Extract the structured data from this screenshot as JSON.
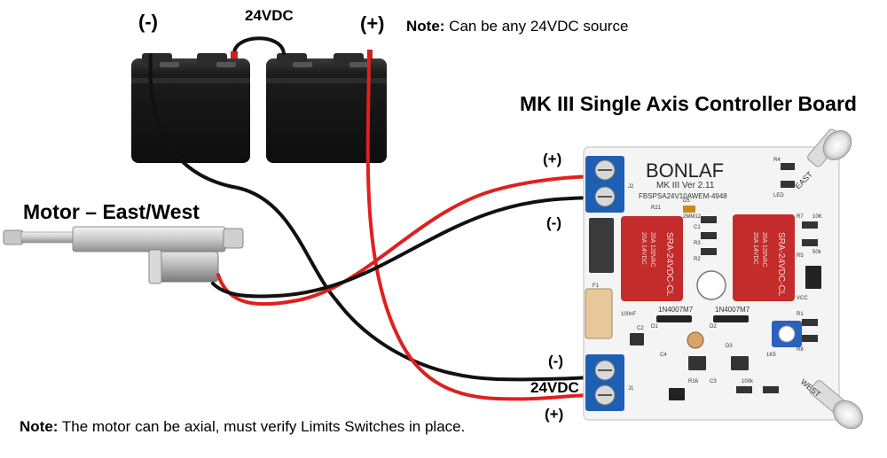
{
  "labels": {
    "battery_negative": "(-)",
    "battery_positive": "(+)",
    "battery_voltage": "24VDC",
    "board_title": "MK III Single Axis Controller Board",
    "motor": "Motor – East/West",
    "power_top_positive": "(+)",
    "power_top_negative": "(-)",
    "power_bottom_negative": "(-)",
    "power_bottom_voltage": "24VDC",
    "power_bottom_positive": "(+)"
  },
  "notes": {
    "top": {
      "prefix": "Note:",
      "text": " Can be any 24VDC source"
    },
    "bottom": {
      "prefix": "Note:",
      "text": " The motor can be axial, must verify Limits Switches in place."
    }
  },
  "board": {
    "brand": "BONLAF",
    "version": "MK III Ver 2.11",
    "part_number": "FBSPSA24V10AWEM-4948",
    "relay_text": "SRA-24VDC-CL",
    "relay_rating_1": "20A 14VDC",
    "relay_rating_2": "20A 120VAC",
    "diode_1": "1N4007M7",
    "diode_2": "1N4007M7",
    "sensor_east": "EAST",
    "sensor_west": "WEST",
    "component_labels": [
      "R4",
      "LED",
      "R21",
      "D5",
      "2MM12",
      "C1",
      "R3",
      "R2",
      "R7",
      "R1",
      "C2",
      "D3",
      "R16",
      "R8",
      "C3",
      "C4",
      "J1",
      "J2",
      "F1",
      "R5",
      "D1",
      "D2",
      "VCC",
      "10K",
      "50k",
      "100k",
      "100nF",
      "1K5"
    ]
  },
  "colors": {
    "wire_red": "#e01f1f",
    "wire_black": "#111111",
    "board_white": "#f4f4f4",
    "terminal_blue": "#1e5fb4",
    "relay_red": "#c42b2b",
    "battery_body": "#1f1f1f"
  },
  "icons": [
    "battery-icon",
    "linear-actuator-icon",
    "controller-board-icon",
    "light-sensor-icon"
  ]
}
